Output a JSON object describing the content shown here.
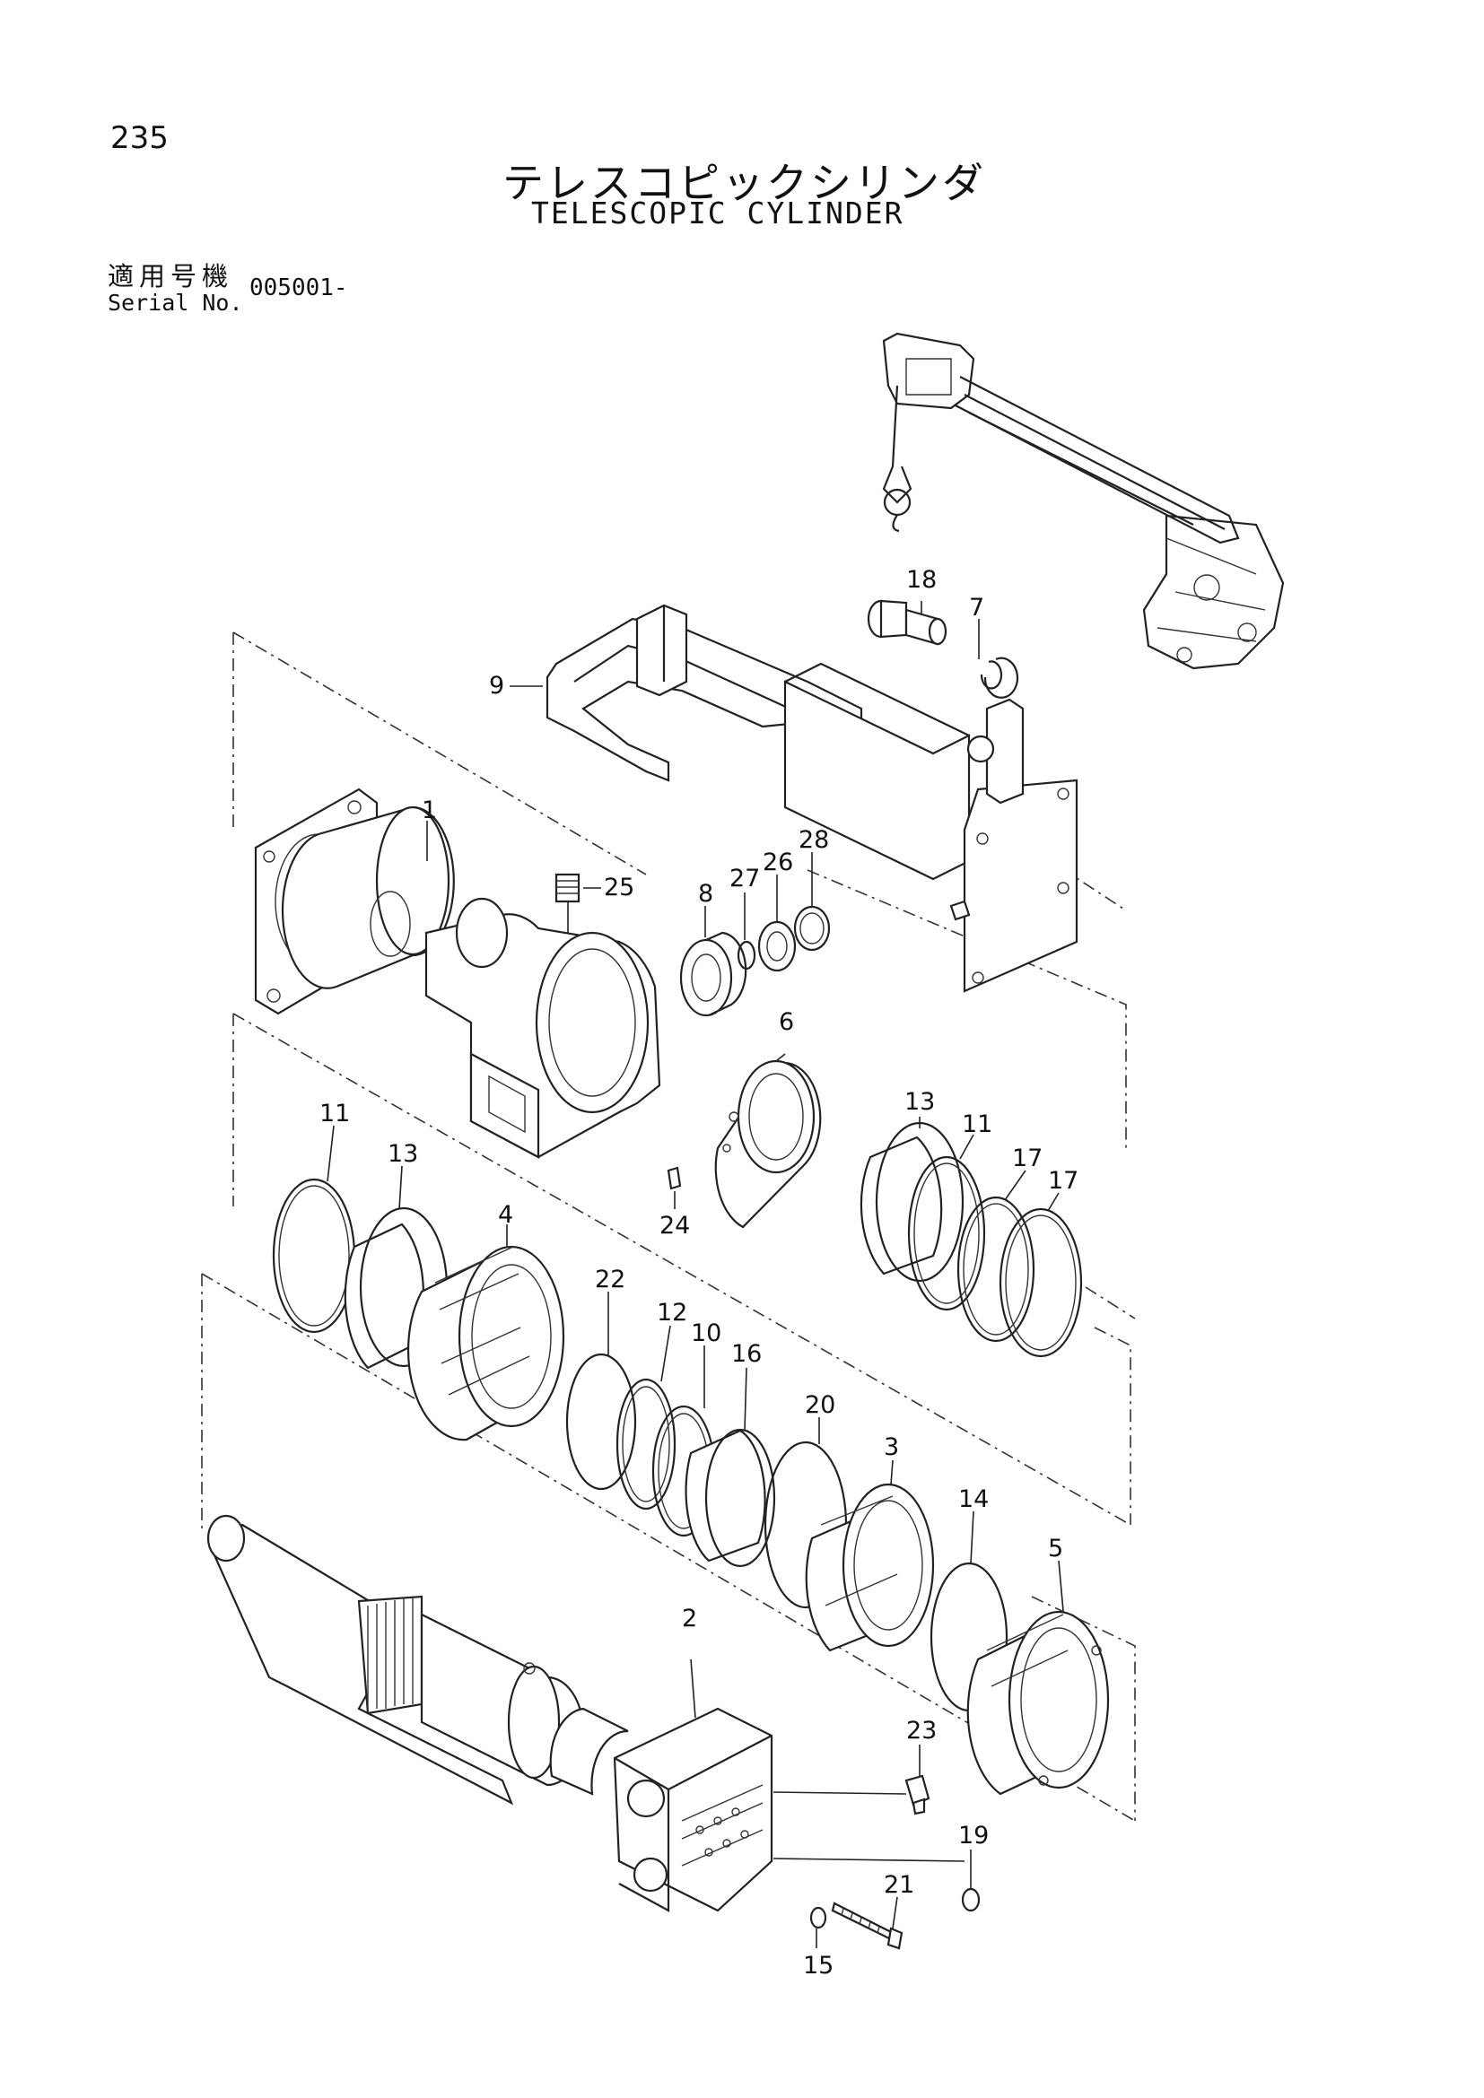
{
  "page_number": "235",
  "title_jp": "テレスコピックシリンダ",
  "title_en": "TELESCOPIC CYLINDER",
  "serial": {
    "label_jp": "適用号機",
    "label_en": "Serial No.",
    "value": "005001-"
  },
  "callouts": [
    "1",
    "2",
    "3",
    "4",
    "5",
    "6",
    "7",
    "8",
    "9",
    "10",
    "11",
    "11",
    "12",
    "13",
    "13",
    "14",
    "15",
    "16",
    "17",
    "17",
    "18",
    "19",
    "20",
    "21",
    "22",
    "23",
    "24",
    "25",
    "26",
    "27",
    "28"
  ]
}
